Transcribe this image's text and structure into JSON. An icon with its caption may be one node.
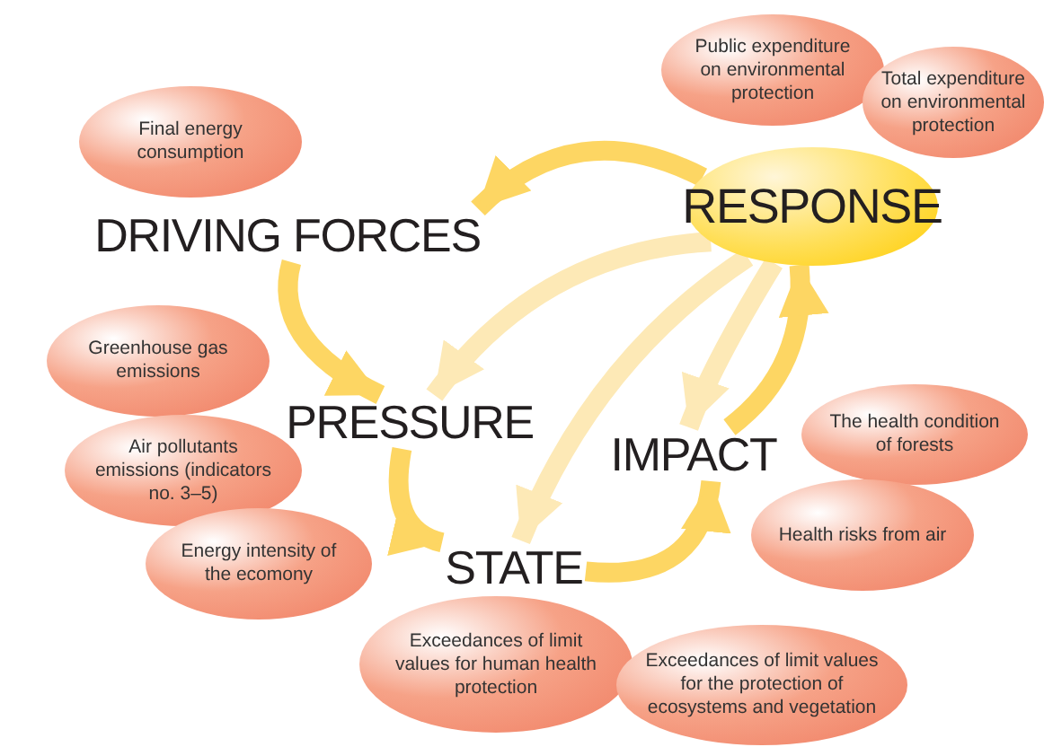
{
  "diagram": {
    "nodes": [
      {
        "text": [
          "Public expenditure on environmental protection"
        ]
      },
      {
        "text": [
          "Total expenditure on environmental protection"
        ]
      },
      {
        "text": [
          "Final energy consumption"
        ]
      },
      {
        "text": [
          "RESPONSE"
        ]
      },
      {
        "text": [
          "DRIVING FORCES"
        ]
      },
      {
        "text": [
          "Greenhouse gas emissions"
        ]
      },
      {
        "text": [
          "PRESSURE"
        ]
      },
      {
        "text": [
          "Air pollutants emissions (indicators no. 3–5)"
        ]
      },
      {
        "text": [
          "IMPACT"
        ]
      },
      {
        "text": [
          "The health condition of forests"
        ]
      },
      {
        "text": [
          "Energy intensity of the ecomony"
        ]
      },
      {
        "text": [
          "Health risks from air"
        ]
      },
      {
        "text": [
          "STATE"
        ]
      },
      {
        "text": [
          "Exceedances of limit values for human health protection"
        ]
      },
      {
        "text": [
          "Exceedances of limit values for the protection of ecosystems and vegetation"
        ]
      }
    ],
    "edges": [
      {
        "from": 3,
        "to": 4,
        "arrow": "to"
      },
      {
        "from": 4,
        "to": 6,
        "arrow": "to"
      },
      {
        "from": 6,
        "to": 12,
        "arrow": "to"
      },
      {
        "from": 12,
        "to": 8,
        "arrow": "to"
      },
      {
        "from": 8,
        "to": 3,
        "arrow": "to"
      },
      {
        "from": 3,
        "to": 6,
        "arrow": "to",
        "color": "#fde9b6"
      },
      {
        "from": 3,
        "to": 12,
        "arrow": "to",
        "color": "#fde9b6"
      },
      {
        "from": 3,
        "to": 8,
        "arrow": "to",
        "color": "#fde9b6"
      }
    ]
  }
}
